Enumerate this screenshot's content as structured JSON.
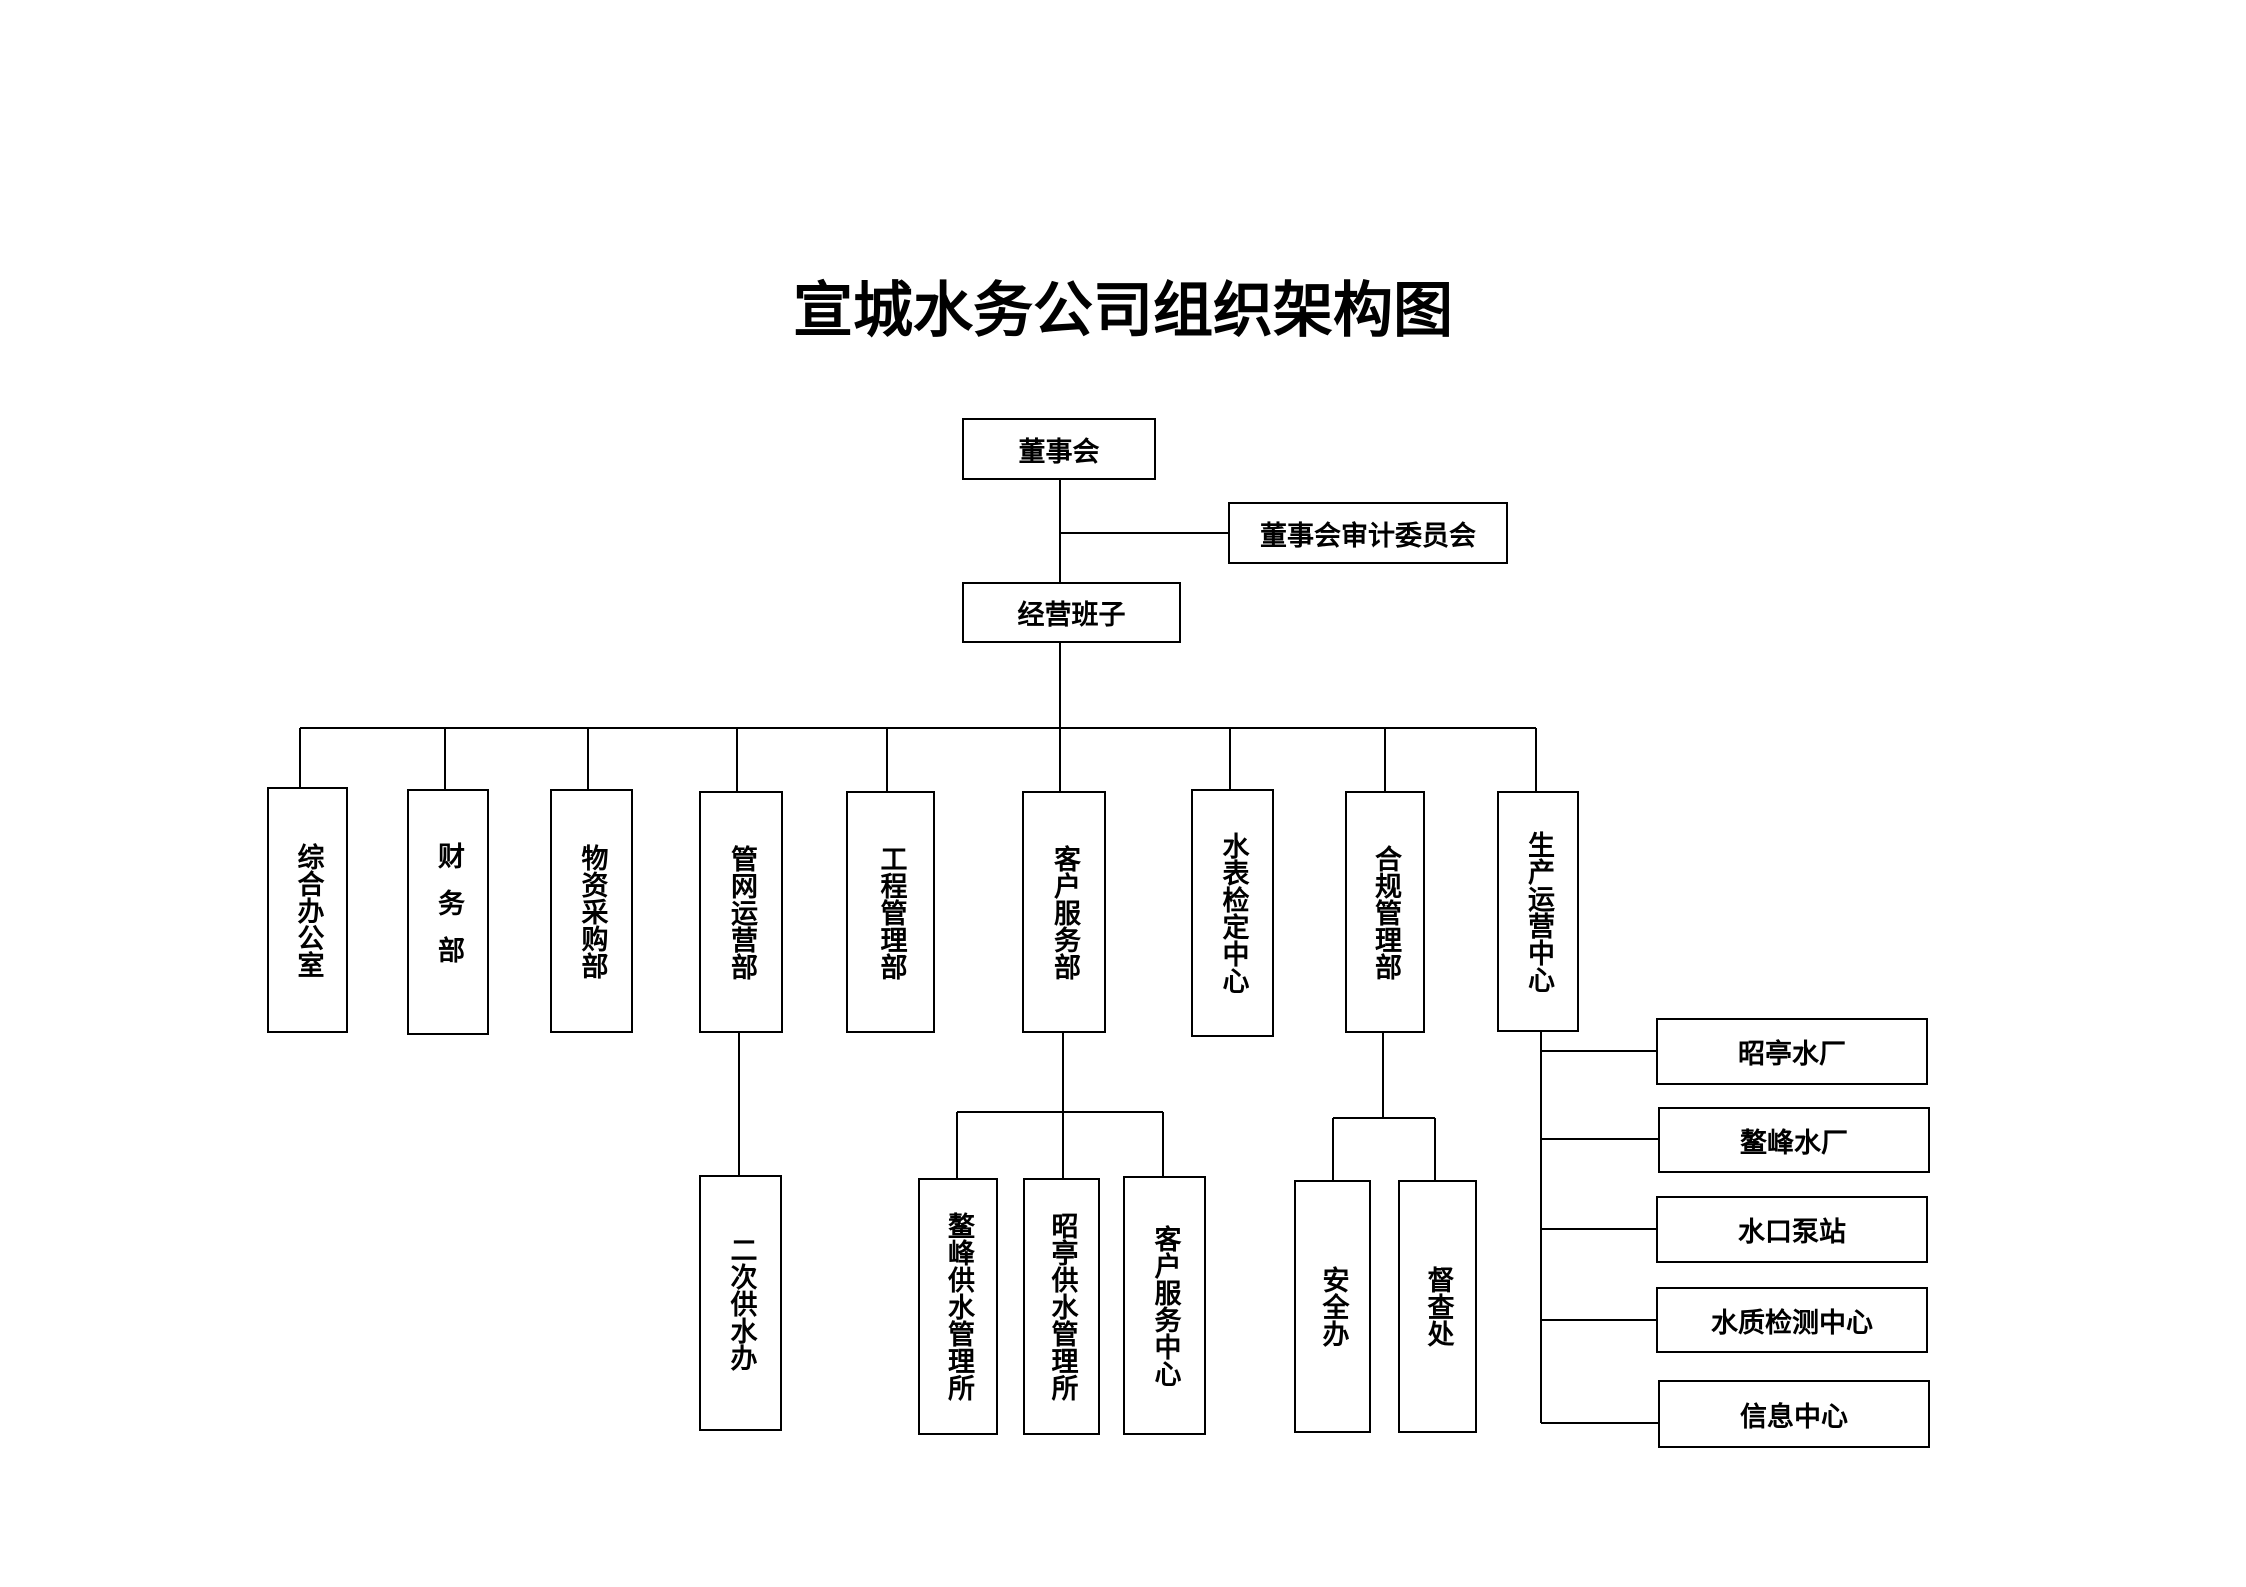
{
  "title": "宣城水务公司组织架构图",
  "nodes": {
    "board": "董事会",
    "audit_committee": "董事会审计委员会",
    "management": "经营班子",
    "departments": [
      "综合办公室",
      "财务部",
      "物资采购部",
      "管网运营部",
      "工程管理部",
      "客户服务部",
      "水表检定中心",
      "合规管理部",
      "生产运营中心"
    ],
    "pipe_sub": [
      "二次供水办"
    ],
    "customer_sub": [
      "鳌峰供水管理所",
      "昭亭供水管理所",
      "客户服务中心"
    ],
    "compliance_sub": [
      "安全办",
      "督查处"
    ],
    "production_sub": [
      "昭亭水厂",
      "鳌峰水厂",
      "水口泵站",
      "水质检测中心",
      "信息中心"
    ]
  },
  "colors": {
    "line": "#000000",
    "box_border": "#000000",
    "text": "#000000",
    "background": "#ffffff"
  }
}
